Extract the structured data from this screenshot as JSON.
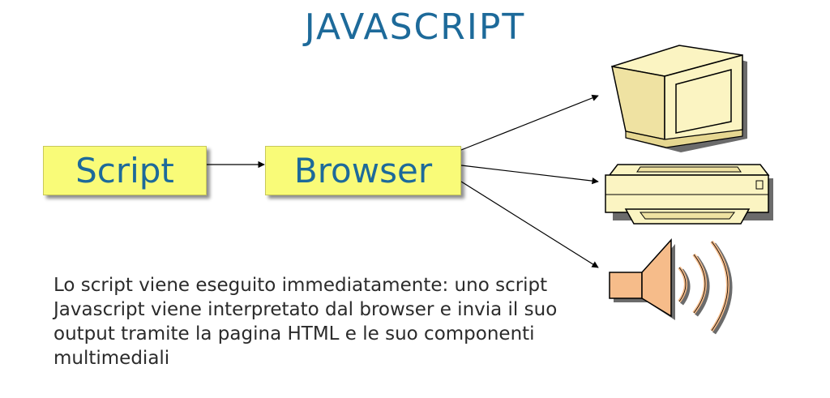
{
  "title": "JAVASCRIPT",
  "boxes": {
    "script": "Script",
    "browser": "Browser"
  },
  "caption": "Lo script viene eseguito immediatamente: uno script Javascript viene interpretato dal browser e invia il suo output tramite la pagina HTML e le suo componenti multimediali",
  "outputs": {
    "monitor": "monitor-icon",
    "printer": "printer-icon",
    "speaker": "speaker-icon"
  },
  "colors": {
    "title": "#1d6a9a",
    "box_fill": "#f9fb78",
    "box_text": "#1d6a9a",
    "device_fill": "#fbf4c2",
    "speaker_fill": "#f6bc8a"
  }
}
